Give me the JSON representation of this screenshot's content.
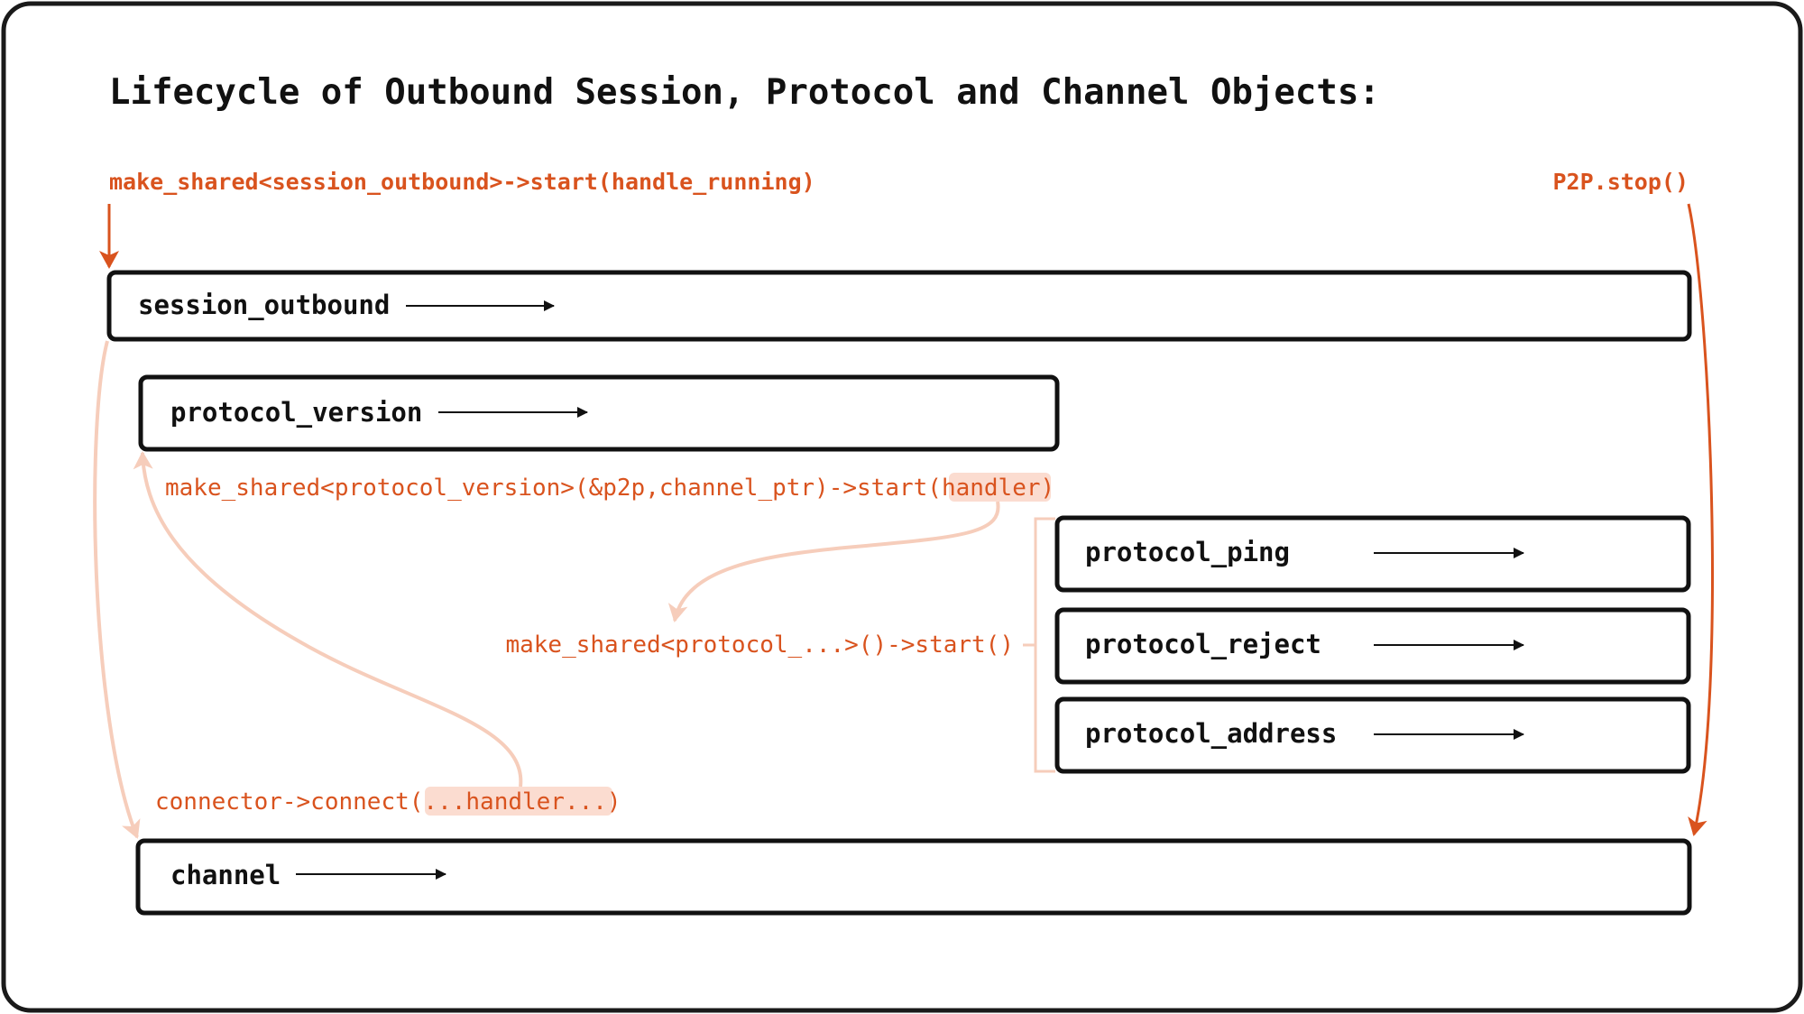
{
  "title": "Lifecycle of Outbound Session, Protocol and Channel Objects:",
  "colors": {
    "accent": "#d9531e",
    "accent_light": "#f6cdbb",
    "highlight_bg": "#fbdcd0",
    "box_border": "#111111",
    "frame_border": "#1a1a1a"
  },
  "calls": {
    "session_start": "make_shared<session_outbound>->start(handle_running)",
    "p2p_stop": "P2P.stop()",
    "version_prefix": "make_shared<protocol_version>(&p2p,channel_ptr)->start(",
    "version_handler": "handler",
    "version_suffix": ")",
    "protocols_start": "make_shared<protocol_...>()->start()",
    "connector_prefix": "connector->connect(",
    "connector_handler": "...handler...",
    "connector_suffix": ")"
  },
  "boxes": {
    "session_outbound": "session_outbound",
    "protocol_version": "protocol_version",
    "protocol_ping": "protocol_ping",
    "protocol_reject": "protocol_reject",
    "protocol_address": "protocol_address",
    "channel": "channel"
  }
}
